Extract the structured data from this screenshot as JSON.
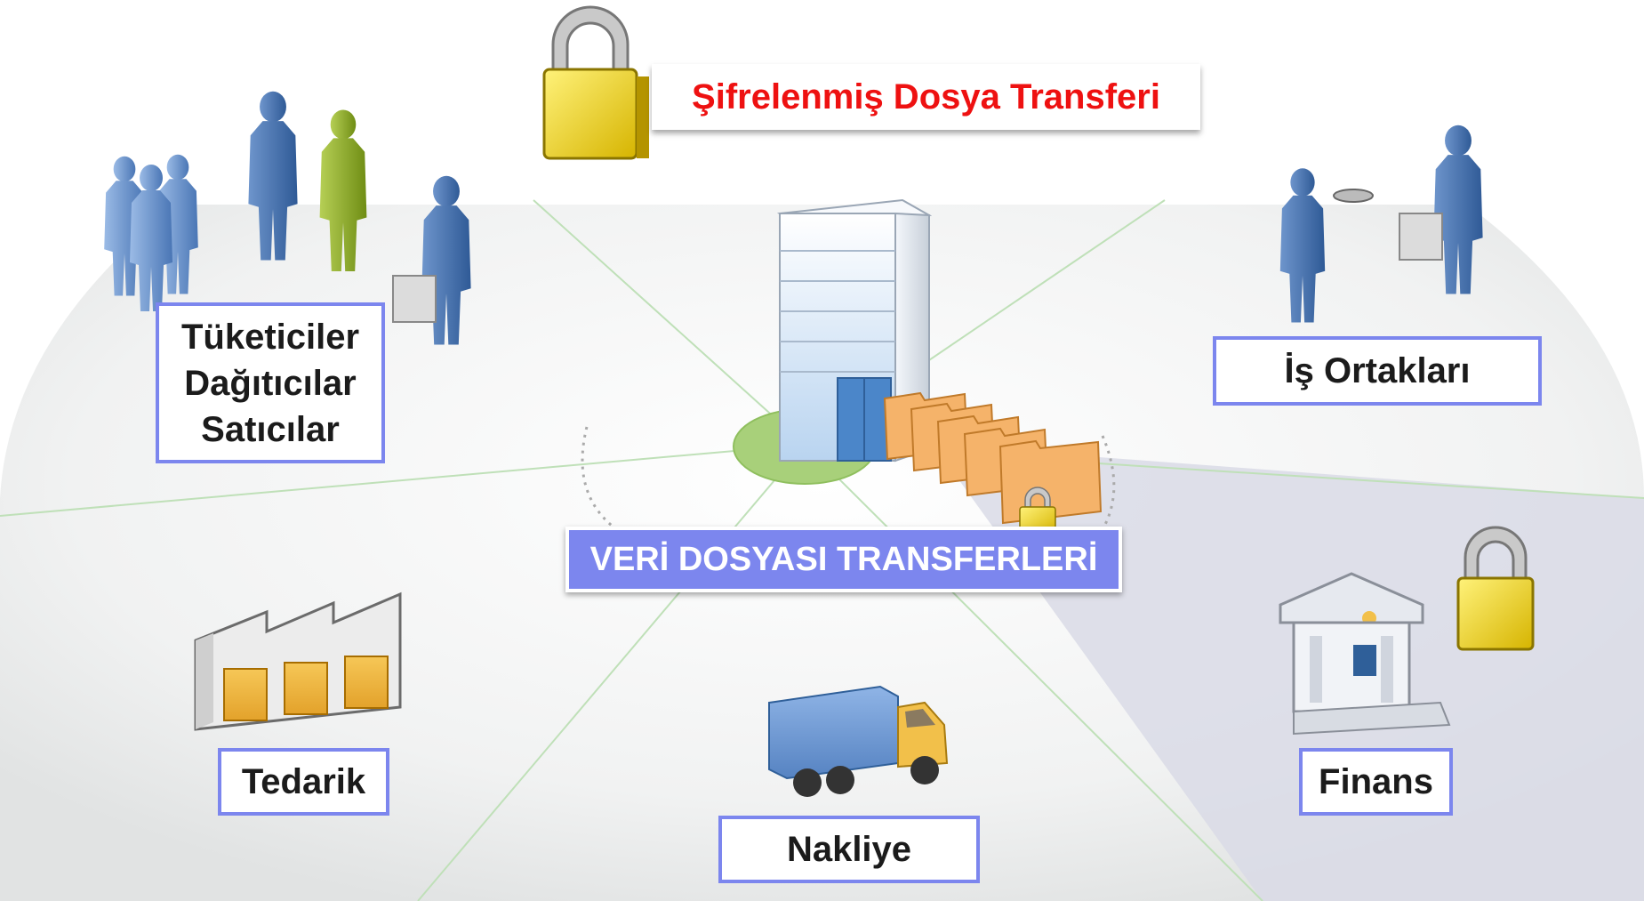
{
  "banner": {
    "encrypted_transfer": "Şifrelenmiş Dosya Transferi"
  },
  "center": {
    "label": "VERİ DOSYASI TRANSFERLERİ"
  },
  "nodes": {
    "consumers": {
      "lines": [
        "Tüketiciler",
        "Dağıtıcılar",
        "Satıcılar"
      ]
    },
    "partners": {
      "label": "İş Ortakları"
    },
    "supply": {
      "label": "Tedarik"
    },
    "shipping": {
      "label": "Nakliye"
    },
    "finance": {
      "label": "Finans"
    }
  },
  "icons": [
    "padlock-icon",
    "people-group-icon",
    "handshake-icon",
    "businessman-briefcase-icon",
    "office-building-icon",
    "folder-icon",
    "waiter-icon",
    "factory-icon",
    "truck-icon",
    "bank-icon"
  ],
  "colors": {
    "accent": "#7c86ee",
    "alert": "#ee1111",
    "person_blue": "#5f8ac7",
    "person_green": "#8aaa2a",
    "lock_yellow": "#f2d21e",
    "folder_orange": "#f5b36a",
    "hub_green": "#a8d07a"
  }
}
